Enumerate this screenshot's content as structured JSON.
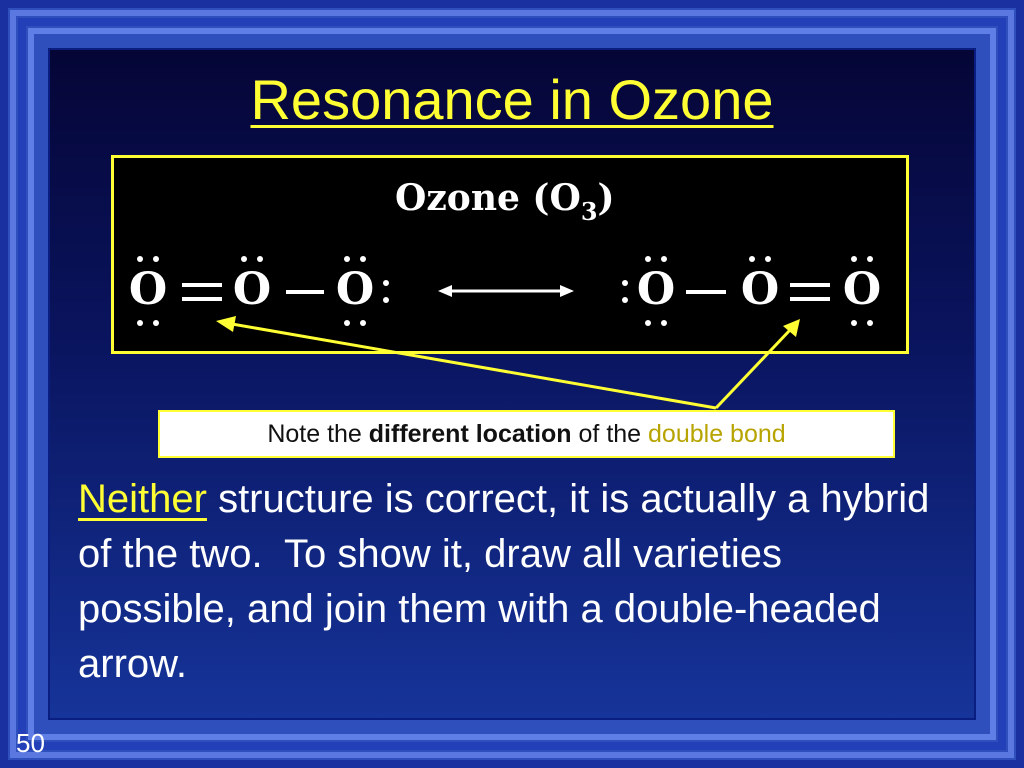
{
  "slide": {
    "title": "Resonance in Ozone",
    "page_number": "50"
  },
  "figure": {
    "label_main": "Ozone (O",
    "label_sub": "3",
    "label_close": ")",
    "atom_symbol": "O"
  },
  "note": {
    "part1": "Note the ",
    "part2_bold": "different location",
    "part3": " of the ",
    "part4_highlight": "double bond"
  },
  "body": {
    "neither": "Neither",
    "rest": " structure is correct, it is actually a hybrid of the two.  To show it, draw all varieties possible, and join them with a double-headed arrow."
  },
  "colors": {
    "title": "#ffff33",
    "highlight": "#ffff33",
    "background": "#0a1560"
  }
}
